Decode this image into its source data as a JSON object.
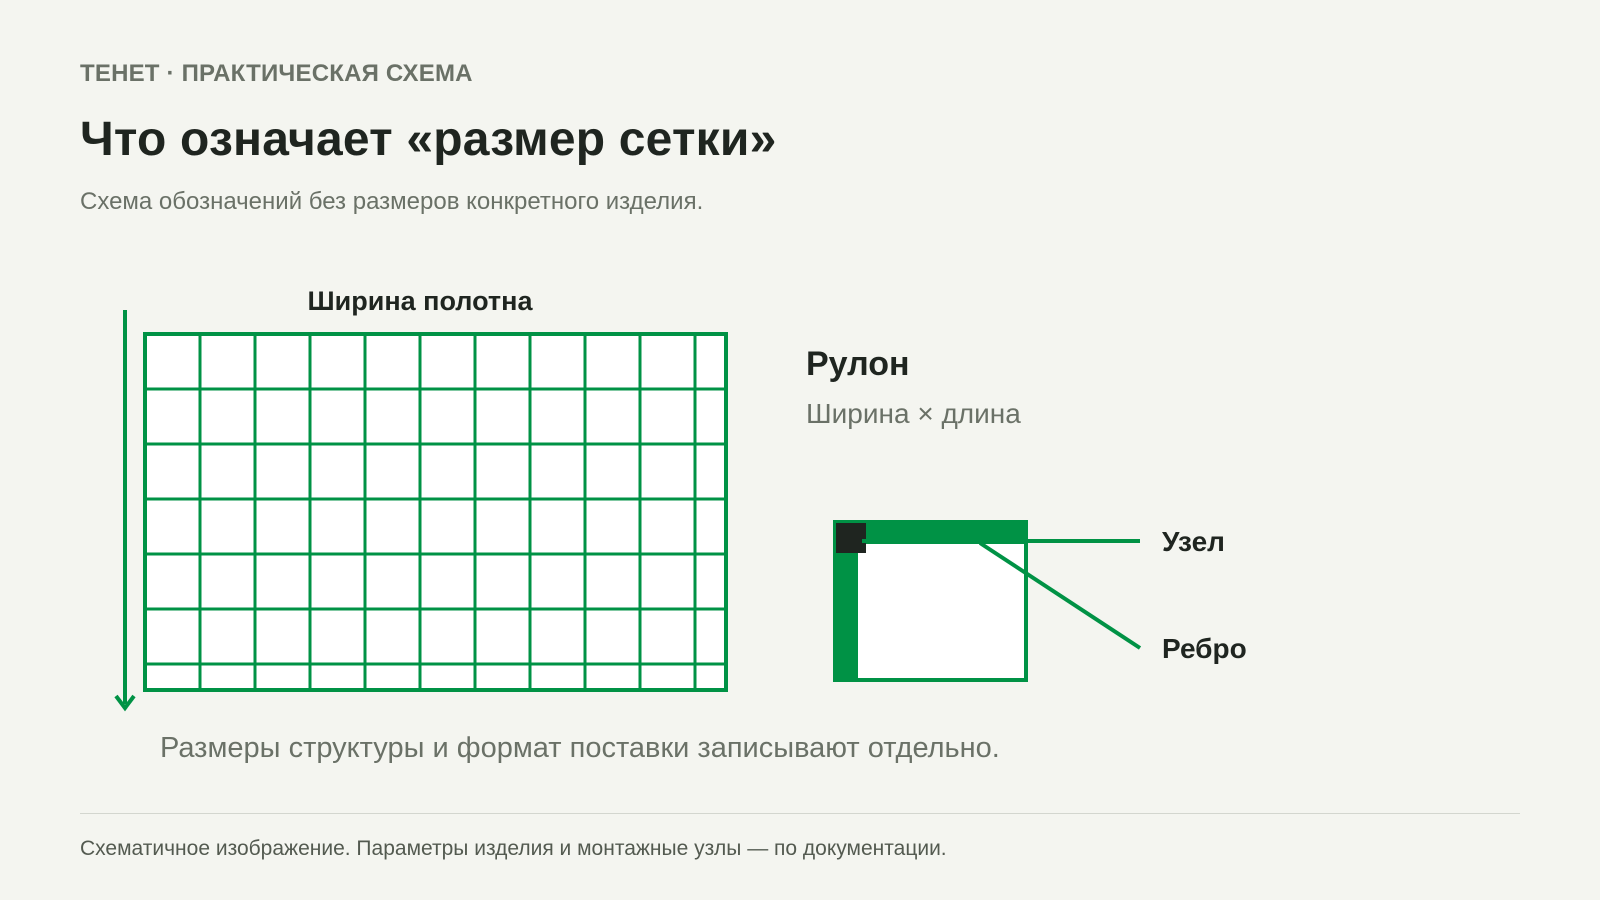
{
  "header": {
    "eyebrow": "ТЕНЕТ · ПРАКТИЧЕСКАЯ СХЕМА",
    "title": "Что означает «размер сетки»",
    "subtitle": "Схема обозначений без размеров конкретного изделия."
  },
  "diagram": {
    "width_label": "Ширина полотна",
    "roll_title": "Рулон",
    "roll_formula": "Ширина × длина",
    "node_label": "Узел",
    "edge_label": "Ребро",
    "caption": "Размеры структуры и формат поставки записывают отдельно."
  },
  "footer": {
    "note": "Схематичное изображение. Параметры изделия и монтажные узлы — по документации."
  },
  "colors": {
    "background": "#f4f5f0",
    "accent_green": "#009245",
    "node_dark": "#1f2520",
    "text_dark": "#1f2520",
    "text_muted": "#6a7167"
  }
}
